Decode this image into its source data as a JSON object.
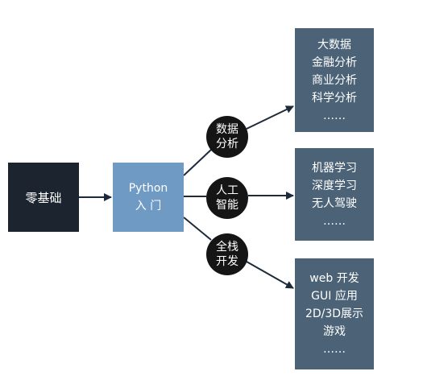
{
  "start_node": {
    "label": "零基础"
  },
  "python_node": {
    "line1": "Python",
    "line2": "入 门"
  },
  "branches": [
    {
      "circle": [
        "数据",
        "分析"
      ],
      "items": [
        "大数据",
        "金融分析",
        "商业分析",
        "科学分析",
        "……"
      ]
    },
    {
      "circle": [
        "人工",
        "智能"
      ],
      "items": [
        "机器学习",
        "深度学习",
        "无人驾驶",
        "……"
      ]
    },
    {
      "circle": [
        "全栈",
        "开发"
      ],
      "items": [
        "web 开发",
        "GUI 应用",
        "2D/3D展示",
        "游戏",
        "……"
      ]
    }
  ],
  "colors": {
    "start_box": "#1c2430",
    "python_box": "#6f9ac4",
    "output_box": "#4c6377",
    "circle": "#151515",
    "arrow": "#1d2a3a"
  }
}
